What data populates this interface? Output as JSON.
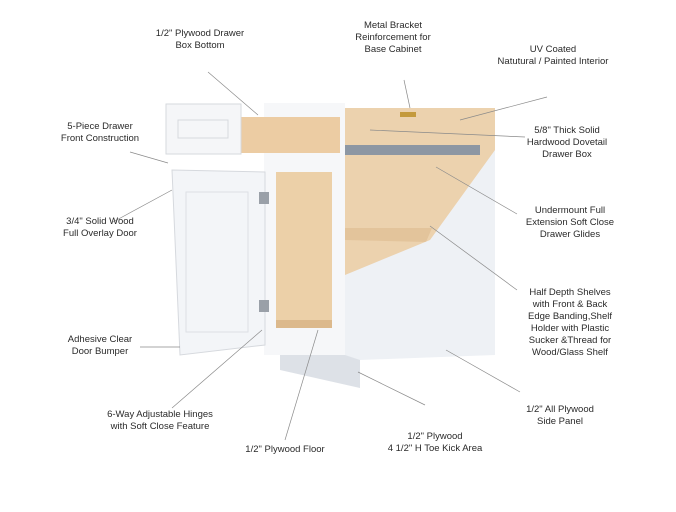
{
  "labels": {
    "drawer_bottom": [
      "1/2\" Plywood Drawer",
      "Box Bottom"
    ],
    "metal_bracket": [
      "Metal Bracket",
      "Reinforcement for",
      "Base Cabinet"
    ],
    "uv_coated": [
      "UV Coated",
      "Natutural / Painted Interior"
    ],
    "drawer_front": [
      "5-Piece Drawer",
      "Front Construction"
    ],
    "drawer_box": [
      "5/8\" Thick Solid",
      "Hardwood Dovetail",
      "Drawer Box"
    ],
    "overlay_door": [
      "3/4\" Solid Wood",
      "Full Overlay Door"
    ],
    "drawer_glides": [
      "Undermount Full",
      "Extension Soft Close",
      "Drawer Glides"
    ],
    "shelves": [
      "Half Depth Shelves",
      "with Front & Back",
      "Edge Banding,Shelf",
      "Holder with Plastic",
      "Sucker &Thread for",
      "Wood/Glass Shelf"
    ],
    "door_bumper": [
      "Adhesive Clear",
      "Door Bumper"
    ],
    "hinges": [
      "6-Way Adjustable Hinges",
      "with Soft Close Feature"
    ],
    "floor": [
      "1/2\" Plywood Floor"
    ],
    "toe_kick": [
      "1/2\" Plywood",
      "4 1/2\" H Toe Kick Area"
    ],
    "side_panel": [
      "1/2\" All Plywood",
      "Side Panel"
    ]
  },
  "colors": {
    "paint": "#f3f5f8",
    "wood": "#e8cba6",
    "line": "#8a8a8a",
    "toe_kick": "#d9dde3"
  }
}
